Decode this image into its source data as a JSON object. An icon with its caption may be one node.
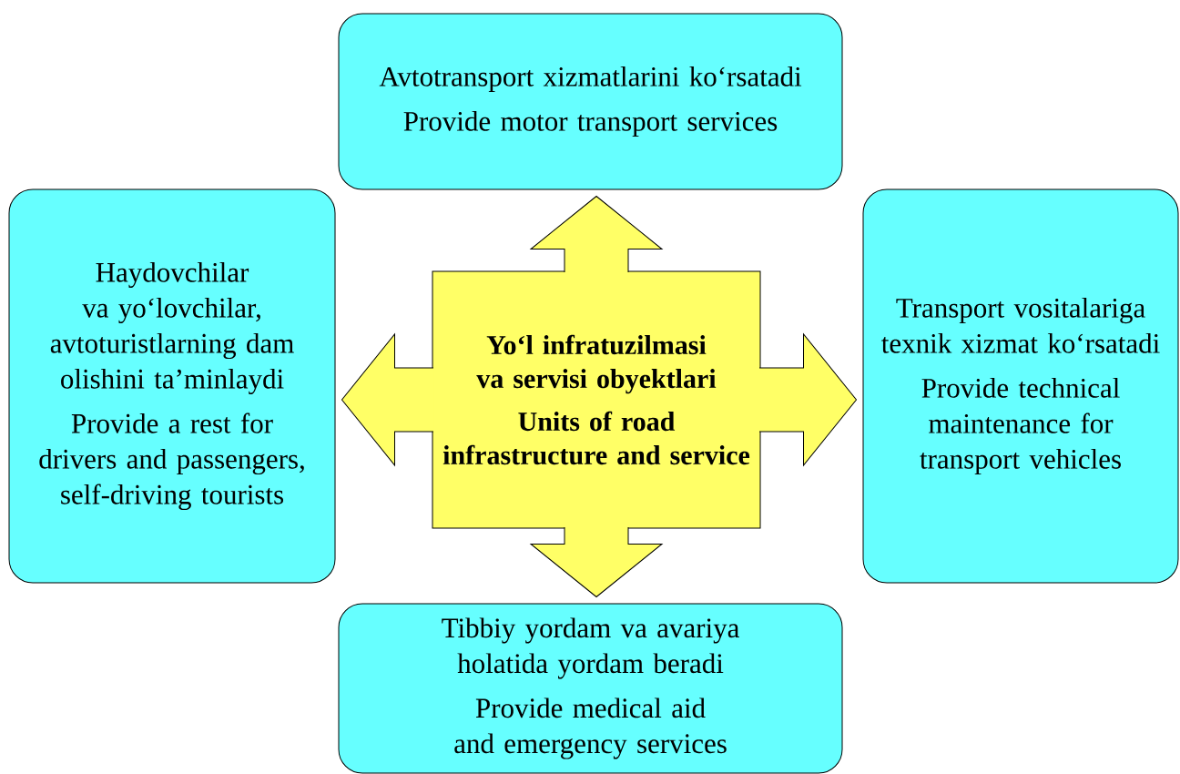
{
  "diagram": {
    "nodes": [
      {
        "text": [
          "Avtotransport xizmatlarini ko‘rsatadi",
          "Provide motor transport services"
        ]
      },
      {
        "text": [
          "Haydovchilar va yo‘lovchilar, avtoturistlarning dam olishini ta’minlaydi",
          "Provide a rest for drivers and passengers, self-driving tourists"
        ]
      },
      {
        "text": [
          "Yo‘l infratuzilmasi va servisi obyektlari",
          "Units of road infrastructure and service"
        ]
      },
      {
        "text": [
          "Transport vositalariga texnik xizmat ko‘rsatadi",
          "Provide technical maintenance for transport vehicles"
        ]
      },
      {
        "text": [
          "Tibbiy yordam va avariya holatida yordam beradi",
          "Provide medical aid and emergency services"
        ]
      }
    ],
    "edges": [
      {
        "from": 2,
        "to": 0,
        "arrow": "to"
      },
      {
        "from": 2,
        "to": 1,
        "arrow": "to"
      },
      {
        "from": 2,
        "to": 3,
        "arrow": "to"
      },
      {
        "from": 2,
        "to": 4,
        "arrow": "to"
      }
    ]
  }
}
